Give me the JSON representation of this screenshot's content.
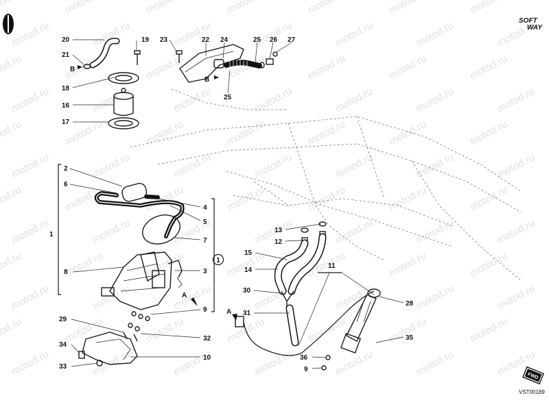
{
  "diagram_code": "VST00189",
  "brand": {
    "line1": "SOFT",
    "line2": "WAY"
  },
  "watermark": "motod.ru",
  "circled_ref": "1",
  "fwd_label": "FWD",
  "view_labels": {
    "b_top_left": "B",
    "b_top_right": "B",
    "a_pump": "A",
    "a_wire": "A"
  },
  "callouts": [
    {
      "id": "c20",
      "text": "20"
    },
    {
      "id": "c19",
      "text": "19"
    },
    {
      "id": "c21",
      "text": "21"
    },
    {
      "id": "c18",
      "text": "18"
    },
    {
      "id": "c16",
      "text": "16"
    },
    {
      "id": "c17",
      "text": "17"
    },
    {
      "id": "c23",
      "text": "23"
    },
    {
      "id": "c22",
      "text": "22"
    },
    {
      "id": "c24",
      "text": "24"
    },
    {
      "id": "c25a",
      "text": "25"
    },
    {
      "id": "c26",
      "text": "26"
    },
    {
      "id": "c27",
      "text": "27"
    },
    {
      "id": "c25b",
      "text": "25"
    },
    {
      "id": "c2",
      "text": "2"
    },
    {
      "id": "c6",
      "text": "6"
    },
    {
      "id": "c4",
      "text": "4"
    },
    {
      "id": "c5",
      "text": "5"
    },
    {
      "id": "c7",
      "text": "7"
    },
    {
      "id": "c1",
      "text": "1"
    },
    {
      "id": "c8",
      "text": "8"
    },
    {
      "id": "c3",
      "text": "3"
    },
    {
      "id": "c9a",
      "text": "9"
    },
    {
      "id": "c29",
      "text": "29"
    },
    {
      "id": "c32",
      "text": "32"
    },
    {
      "id": "c10",
      "text": "10"
    },
    {
      "id": "c34",
      "text": "34"
    },
    {
      "id": "c33",
      "text": "33"
    },
    {
      "id": "c13",
      "text": "13"
    },
    {
      "id": "c12",
      "text": "12"
    },
    {
      "id": "c15",
      "text": "15"
    },
    {
      "id": "c14",
      "text": "14"
    },
    {
      "id": "c11",
      "text": "11"
    },
    {
      "id": "c30",
      "text": "30"
    },
    {
      "id": "c31",
      "text": "31"
    },
    {
      "id": "c28",
      "text": "28"
    },
    {
      "id": "c35",
      "text": "35"
    },
    {
      "id": "c36",
      "text": "36"
    },
    {
      "id": "c9b",
      "text": "9"
    }
  ]
}
